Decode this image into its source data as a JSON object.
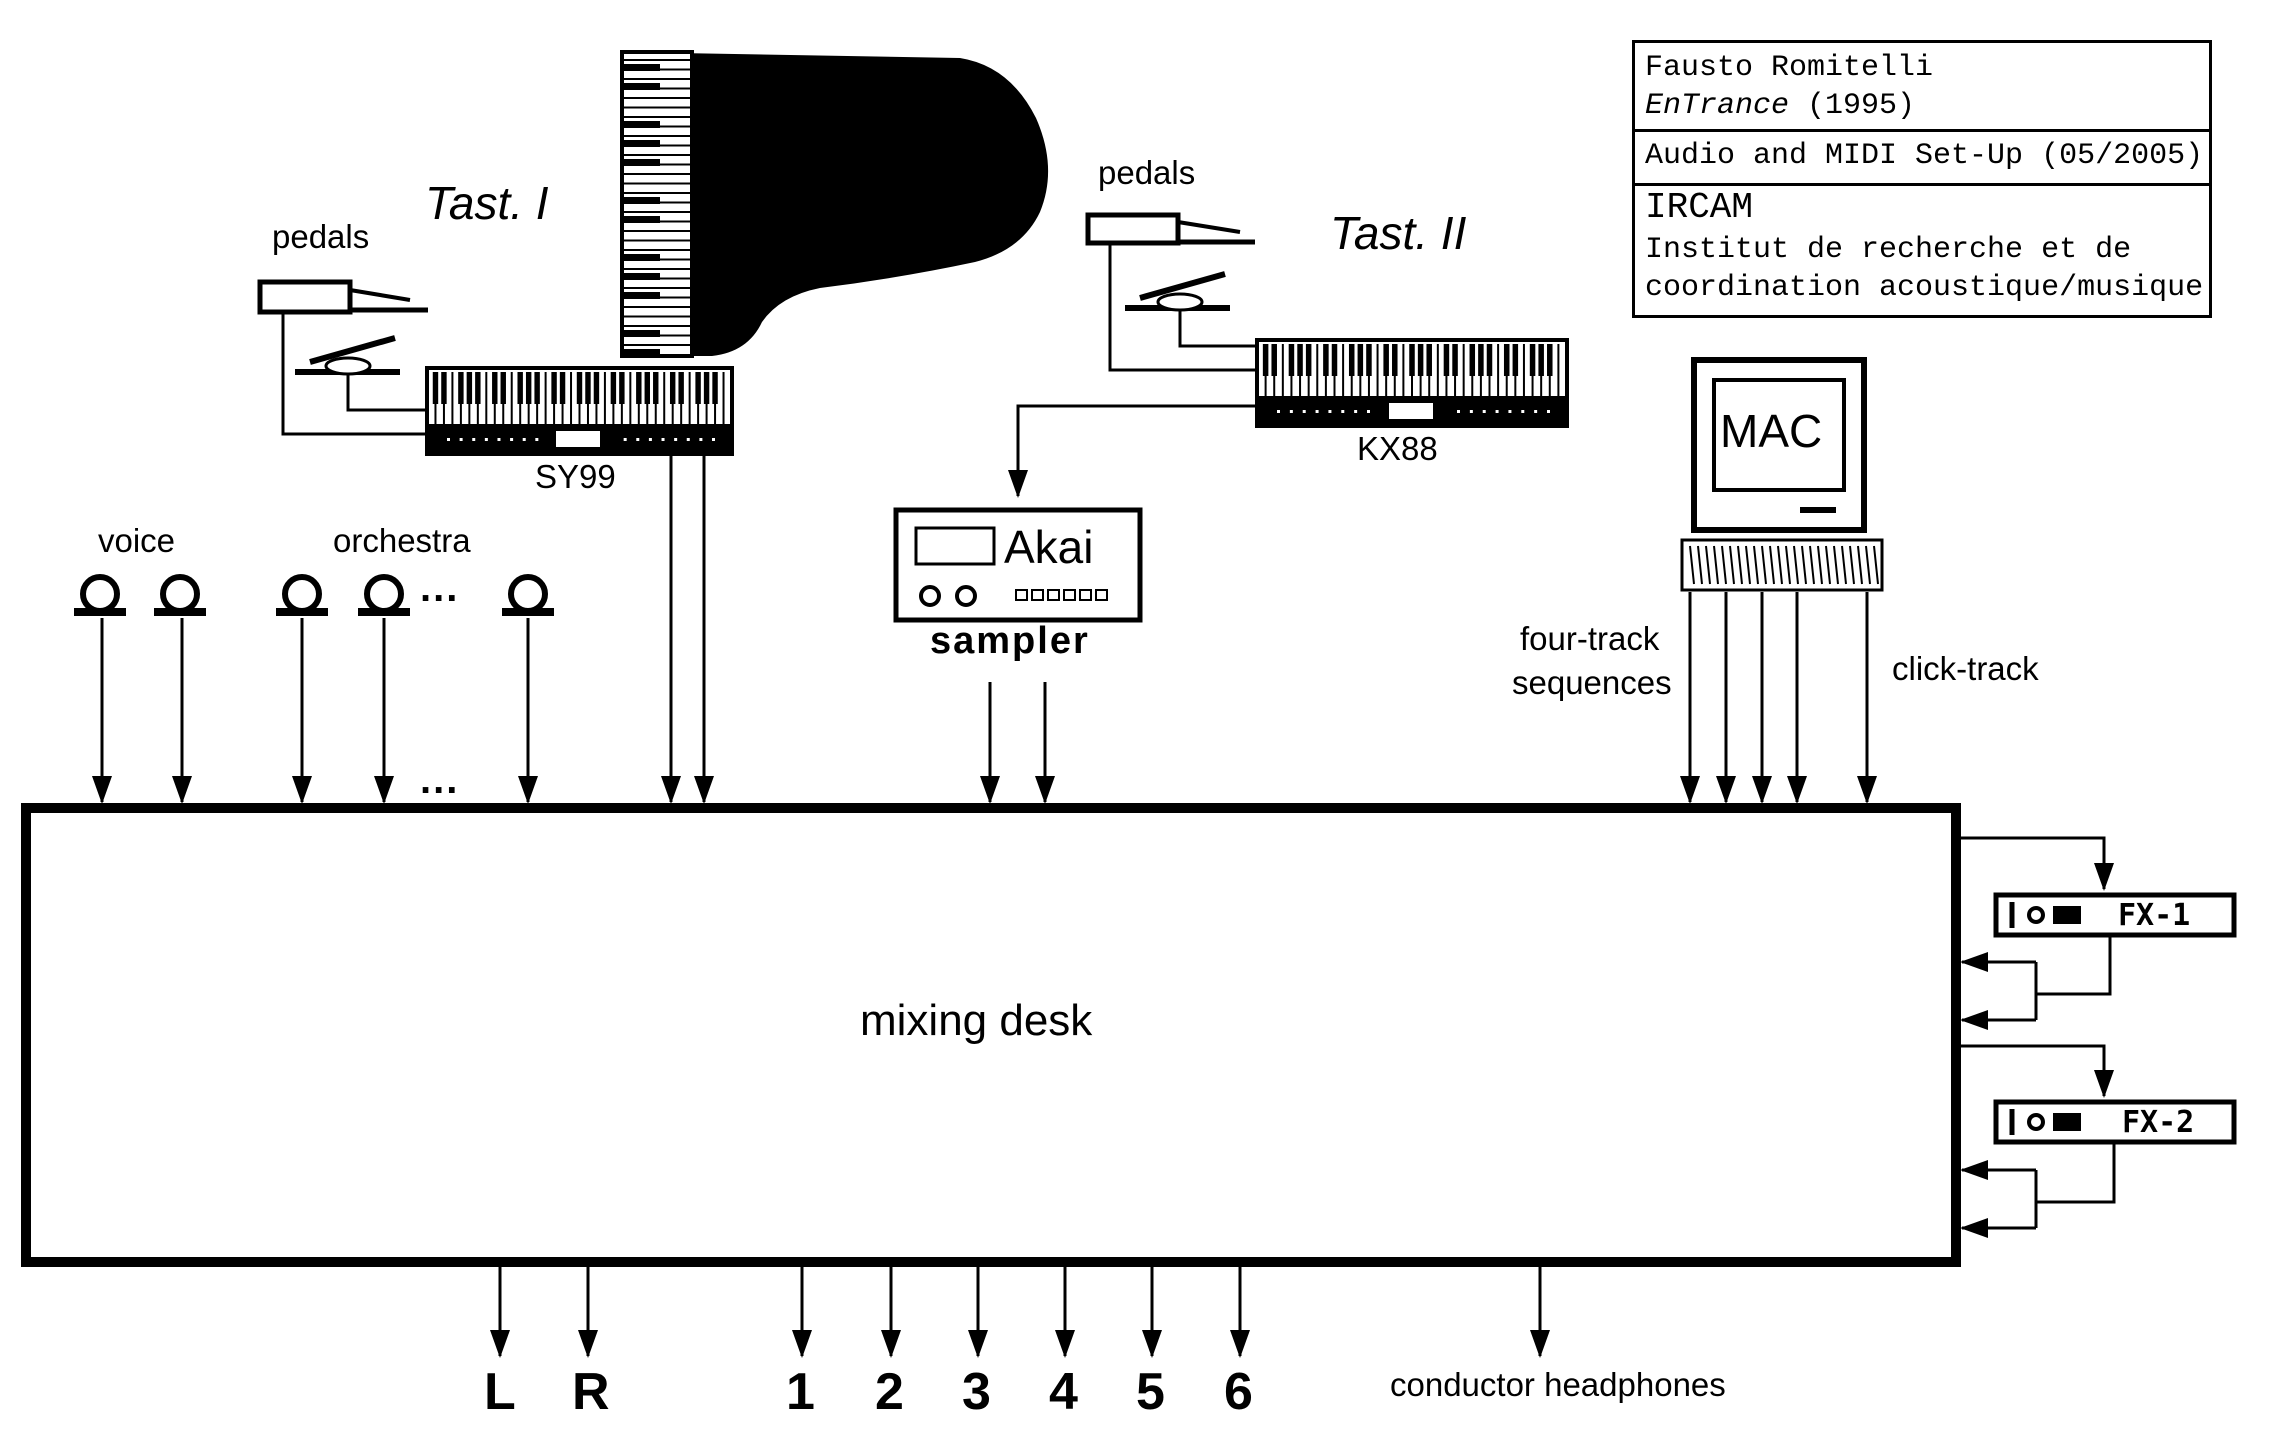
{
  "title_block": {
    "composer": "Fausto Romitelli",
    "work_title": "EnTrance",
    "work_year": "(1995)",
    "setup": "Audio and MIDI Set-Up (05/2005)",
    "institution": "IRCAM",
    "institution_line1": "Institut de recherche et de",
    "institution_line2": "coordination acoustique/musique"
  },
  "labels": {
    "pedals_left": "pedals",
    "pedals_right": "pedals",
    "tast_1": "Tast. I",
    "tast_2": "Tast. II",
    "sy99": "SY99",
    "kx88": "KX88",
    "akai": "Akai",
    "sampler": "sampler",
    "mac": "MAC",
    "voice": "voice",
    "orchestra": "orchestra",
    "mic_dots": "...",
    "input_dots": "...",
    "four_track_1": "four-track",
    "four_track_2": "sequences",
    "click_track": "click-track",
    "mixing_desk": "mixing desk",
    "fx1": "FX-1",
    "fx2": "FX-2",
    "conductor_headphones": "conductor headphones"
  },
  "outputs": [
    "L",
    "R",
    "1",
    "2",
    "3",
    "4",
    "5",
    "6"
  ],
  "icons": [
    "grand-piano-icon",
    "keyboard-icon",
    "sustain-pedal-icon",
    "expression-pedal-icon",
    "microphone-icon",
    "sampler-icon",
    "computer-monitor-icon",
    "computer-keyboard-icon",
    "effects-unit-icon",
    "arrow-icon"
  ]
}
